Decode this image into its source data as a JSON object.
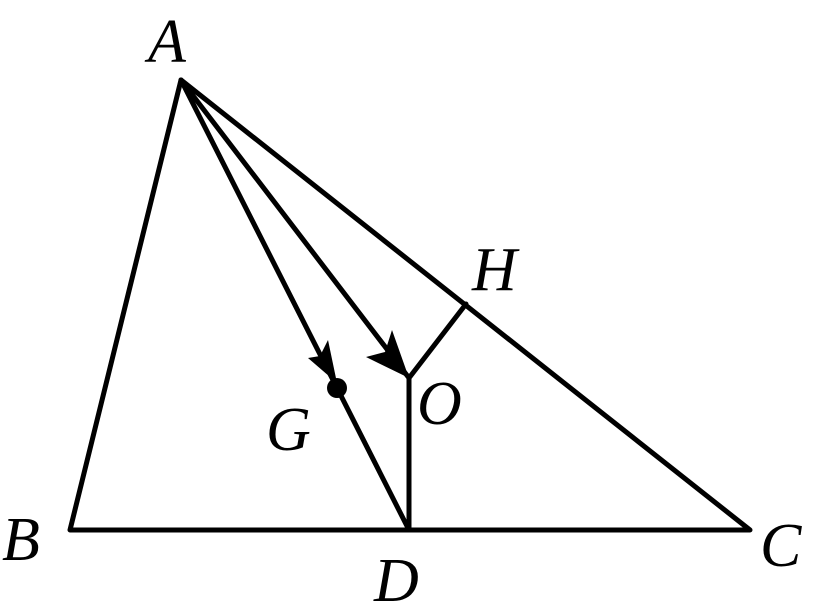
{
  "points": {
    "A": "A",
    "B": "B",
    "C": "C",
    "D": "D",
    "G": "G",
    "O": "O",
    "H": "H"
  },
  "colors": {
    "stroke": "#000000",
    "background": "#ffffff"
  }
}
